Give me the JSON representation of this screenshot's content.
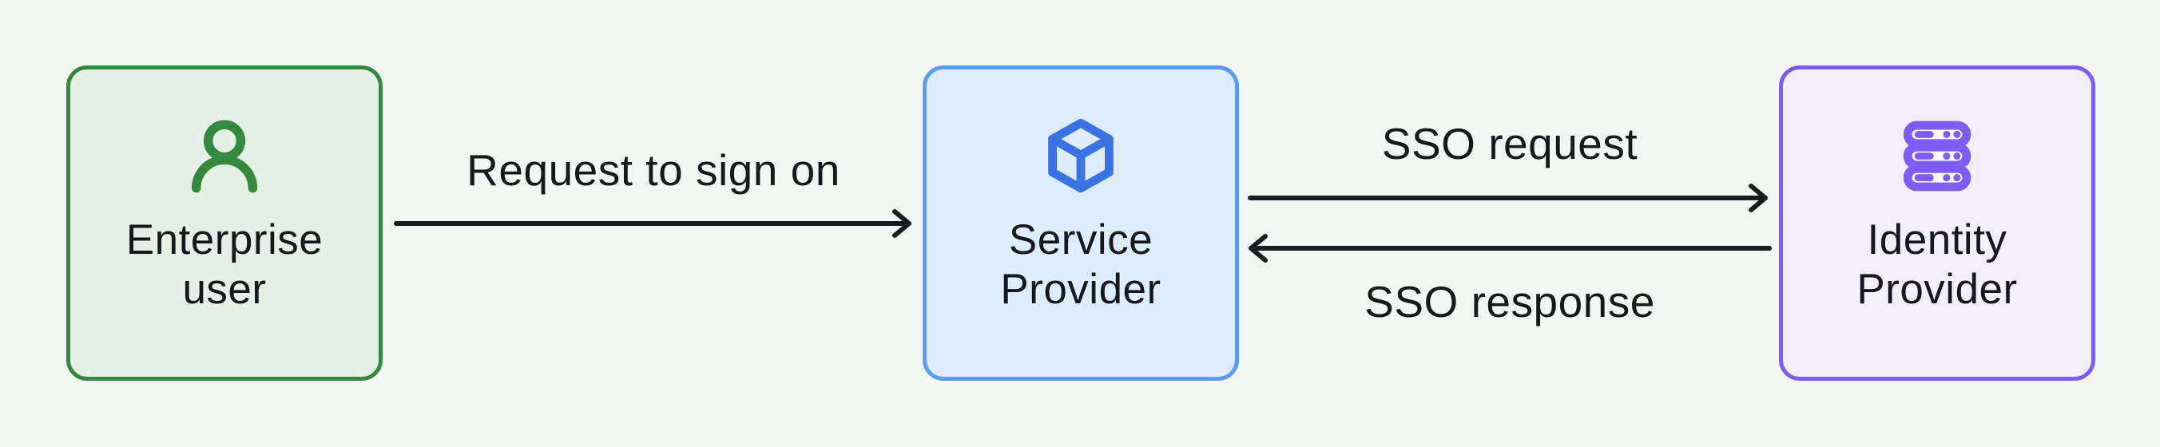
{
  "diagram": {
    "background_color": "#f4f6f4",
    "text_color": "#16191c",
    "arrow_color": "#191c1e",
    "nodes": [
      {
        "id": "enterprise-user",
        "label": "Enterprise user",
        "icon": "user-icon",
        "border_color": "#35893f",
        "fill_color": "#e4f1e4",
        "icon_color": "#35893f"
      },
      {
        "id": "service-provider",
        "label": "Service Provider",
        "icon": "cube-icon",
        "border_color": "#5b9bf4",
        "fill_color": "#deedfd",
        "icon_color": "#3b74e2"
      },
      {
        "id": "identity-provider",
        "label": "Identity Provider",
        "icon": "server-stack-icon",
        "border_color": "#7d5df5",
        "fill_color": "#f2eefb",
        "icon_color": "#7d5df5"
      }
    ],
    "edges": [
      {
        "label": "Request to sign on",
        "from": "enterprise-user",
        "to": "service-provider",
        "direction": "right",
        "label_position": "above"
      },
      {
        "label": "SSO request",
        "from": "service-provider",
        "to": "identity-provider",
        "direction": "right",
        "label_position": "above"
      },
      {
        "label": "SSO response",
        "from": "identity-provider",
        "to": "service-provider",
        "direction": "left",
        "label_position": "below"
      }
    ]
  }
}
